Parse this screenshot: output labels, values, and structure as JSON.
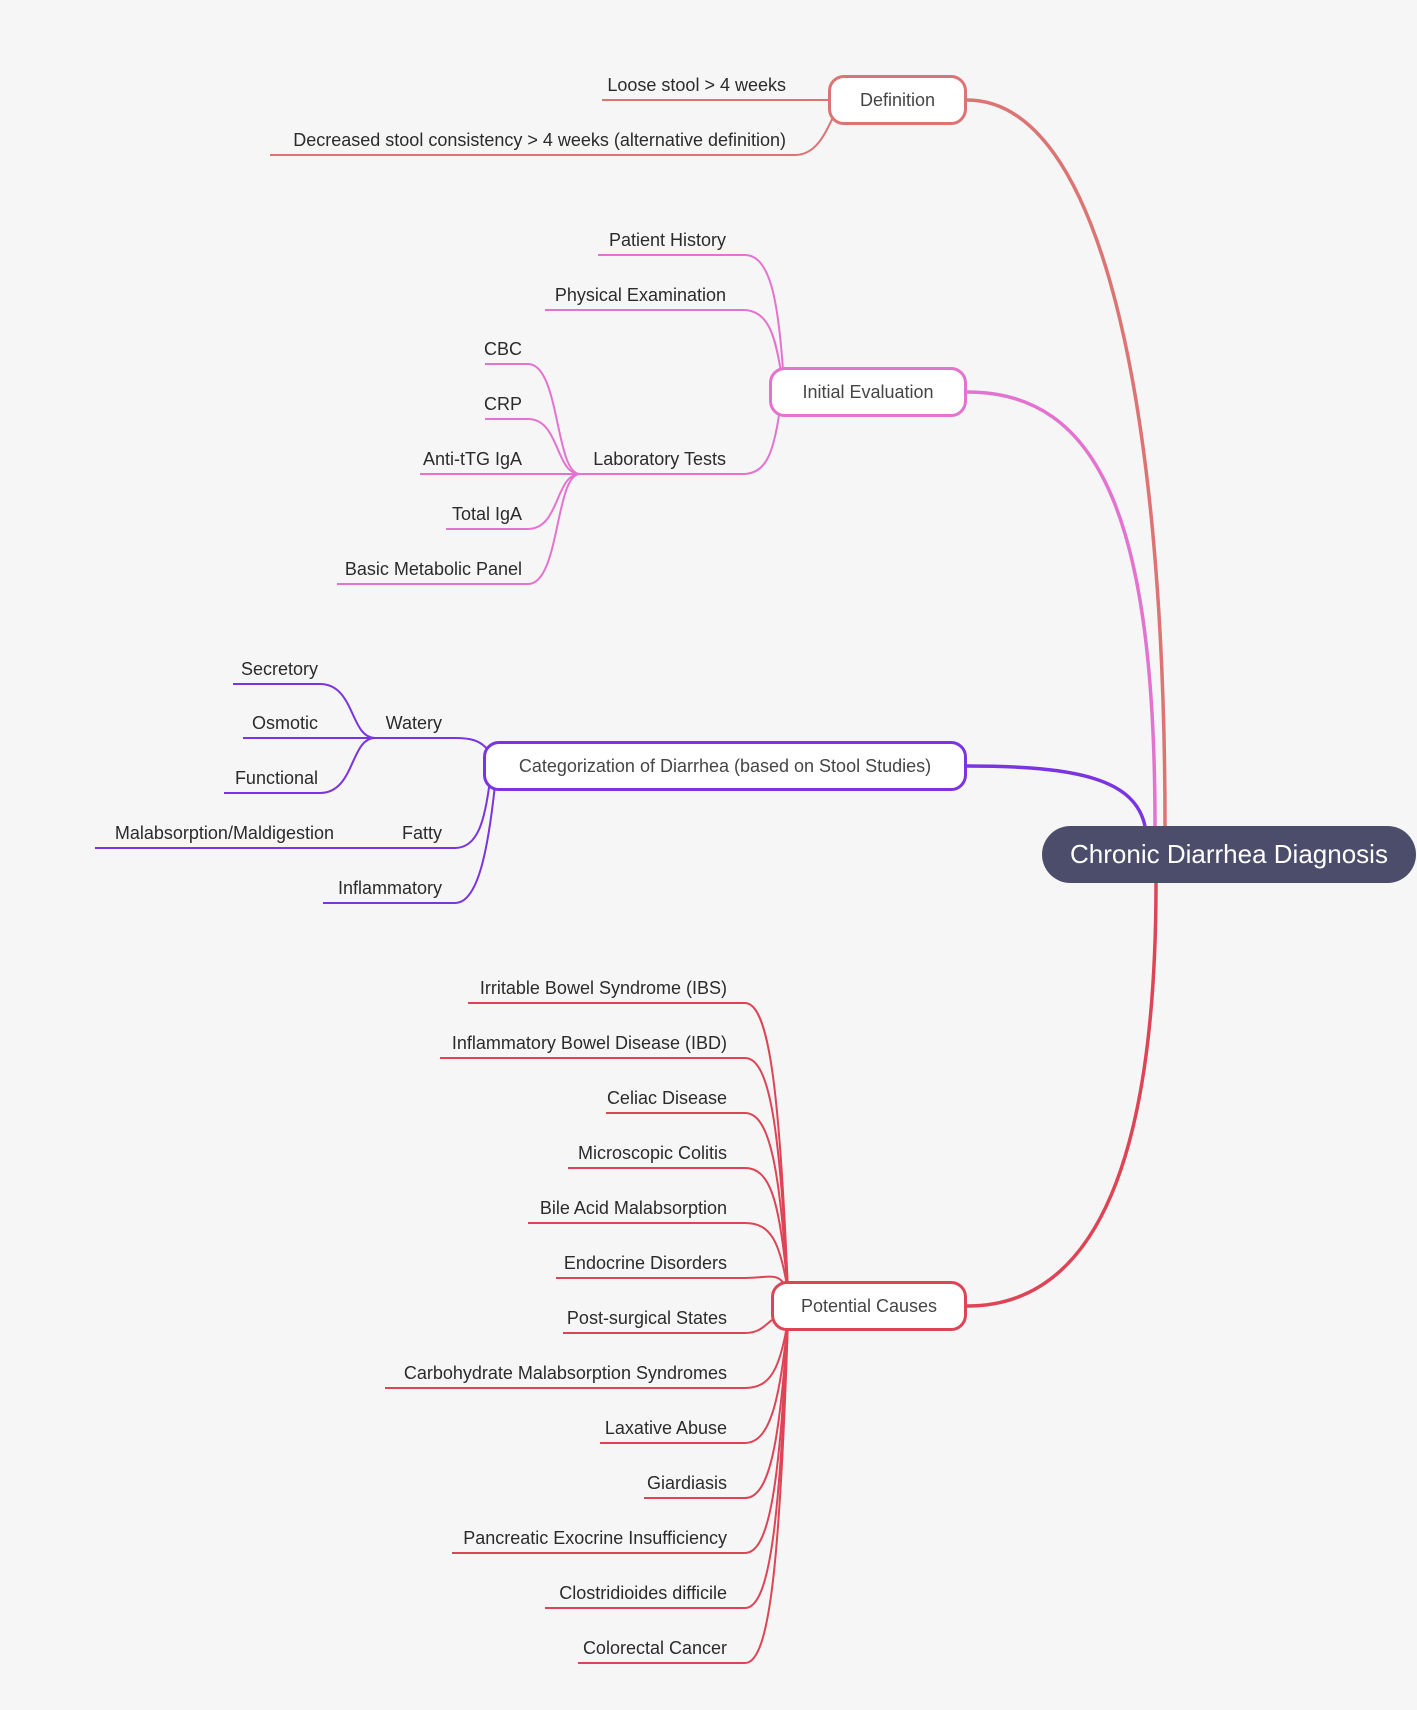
{
  "root": {
    "label": "Chronic Diarrhea Diagnosis"
  },
  "colors": {
    "root_fill": "#4b4d6a",
    "definition": "#dc7474",
    "initial_evaluation": "#e473d0",
    "categorization": "#7a35e0",
    "potential_causes": "#dd4556"
  },
  "branches": {
    "definition": {
      "label": "Definition",
      "children": [
        "Loose stool > 4 weeks",
        "Decreased stool consistency > 4 weeks (alternative definition)"
      ]
    },
    "initial_evaluation": {
      "label": "Initial Evaluation",
      "children": [
        "Patient History",
        "Physical Examination"
      ],
      "laboratory_tests": {
        "label": "Laboratory Tests",
        "children": [
          "CBC",
          "CRP",
          "Anti-tTG IgA",
          "Total IgA",
          "Basic Metabolic Panel"
        ]
      }
    },
    "categorization": {
      "label": "Categorization of Diarrhea (based on Stool Studies)",
      "watery": {
        "label": "Watery",
        "children": [
          "Secretory",
          "Osmotic",
          "Functional"
        ]
      },
      "fatty": {
        "label": "Fatty",
        "children": [
          "Malabsorption/Maldigestion"
        ]
      },
      "inflammatory": {
        "label": "Inflammatory"
      }
    },
    "potential_causes": {
      "label": "Potential Causes",
      "children": [
        "Irritable Bowel Syndrome (IBS)",
        "Inflammatory Bowel Disease (IBD)",
        "Celiac Disease",
        "Microscopic Colitis",
        "Bile Acid Malabsorption",
        "Endocrine Disorders",
        "Post-surgical States",
        "Carbohydrate Malabsorption Syndromes",
        "Laxative Abuse",
        "Giardiasis",
        "Pancreatic Exocrine Insufficiency",
        "Clostridioides difficile",
        "Colorectal Cancer"
      ]
    }
  }
}
